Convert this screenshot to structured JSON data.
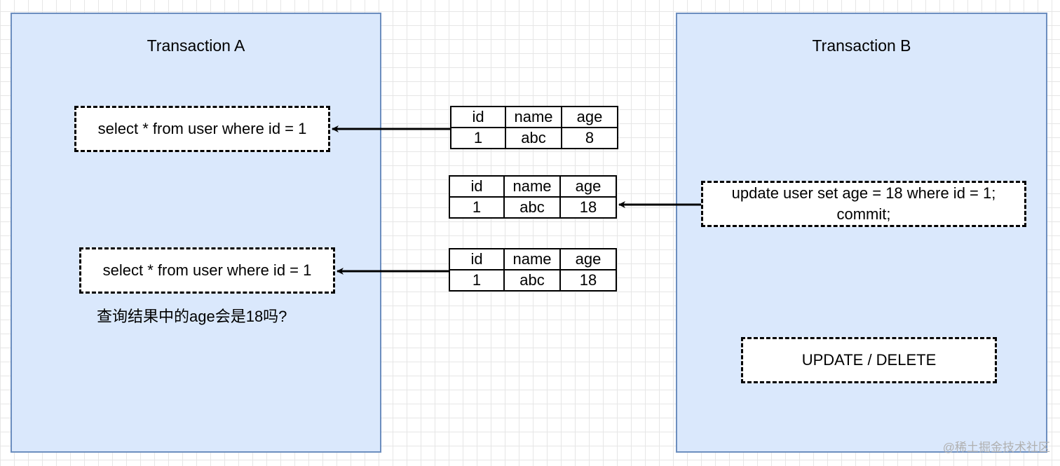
{
  "transaction_a": {
    "title": "Transaction A",
    "query_1": "select * from user where id = 1",
    "query_2": "select * from user where id = 1",
    "question": "查询结果中的age会是18吗?"
  },
  "transaction_b": {
    "title": "Transaction B",
    "update_line_1": "update user set age = 18 where id = 1;",
    "update_line_2": "commit;",
    "operation": "UPDATE / DELETE"
  },
  "tables": [
    {
      "headers": [
        "id",
        "name",
        "age"
      ],
      "row": [
        "1",
        "abc",
        "8"
      ]
    },
    {
      "headers": [
        "id",
        "name",
        "age"
      ],
      "row": [
        "1",
        "abc",
        "18"
      ]
    },
    {
      "headers": [
        "id",
        "name",
        "age"
      ],
      "row": [
        "1",
        "abc",
        "18"
      ]
    }
  ],
  "watermark": "@稀土掘金技术社区",
  "colors": {
    "panel_fill": "#dae8fc",
    "panel_border": "#6c8ebf",
    "box_border": "#000000",
    "grid": "#e6e6e6"
  }
}
